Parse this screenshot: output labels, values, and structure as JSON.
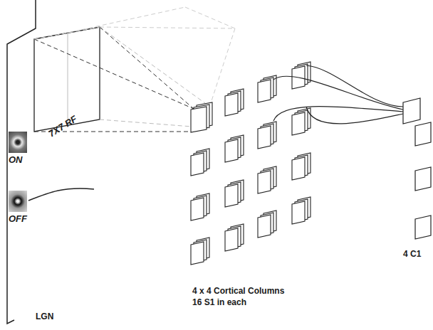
{
  "diagram": {
    "nodes": [
      {
        "text": [
          "LGN"
        ]
      },
      {
        "text": [
          "ON"
        ],
        "in": 0
      },
      {
        "text": [
          "OFF"
        ],
        "in": 0
      },
      {
        "text": [
          "7X7 RF"
        ],
        "in": 0
      }
    ],
    "labels": [
      "4 x 4 Cortical Columns",
      "16 S1 in each",
      "4 C1"
    ]
  }
}
